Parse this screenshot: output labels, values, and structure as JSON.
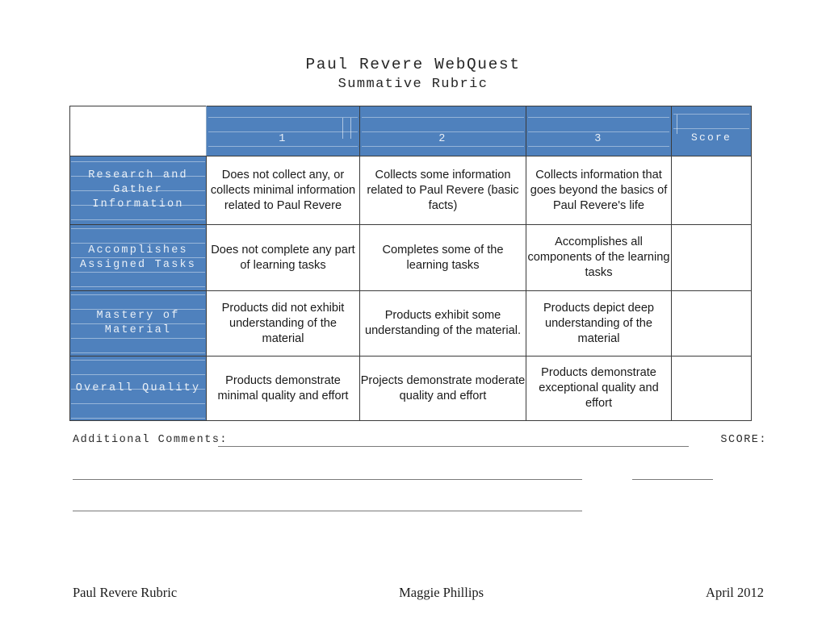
{
  "document": {
    "title": "Paul Revere WebQuest",
    "subtitle": "Summative Rubric"
  },
  "colors": {
    "header_blue": "#4F81BD",
    "header_text": "#EAF0F7",
    "body_text": "#1A1A1A",
    "border": "#3B3B3B",
    "rule_line": "#7A7A7A"
  },
  "rubric": {
    "columns": [
      "",
      "1",
      "2",
      "3",
      "Score"
    ],
    "rows": [
      {
        "criterion": "Research and Gather Information",
        "level1": "Does not collect any, or collects minimal information related to Paul Revere",
        "level2": "Collects some information related to Paul Revere (basic facts)",
        "level3": "Collects information that goes beyond the basics of Paul Revere's life",
        "score": ""
      },
      {
        "criterion": "Accomplishes Assigned Tasks",
        "level1": "Does not complete any part of learning tasks",
        "level2": "Completes some of the learning tasks",
        "level3": "Accomplishes all components of the learning tasks",
        "score": ""
      },
      {
        "criterion": "Mastery of Material",
        "level1": "Products did not exhibit understanding of the material",
        "level2": "Products exhibit some understanding of the material.",
        "level3": "Products depict deep understanding of the material",
        "score": ""
      },
      {
        "criterion": "Overall Quality",
        "level1": "Products demonstrate minimal quality and effort",
        "level2": "Projects demonstrate moderate quality and effort",
        "level3": "Products demonstrate exceptional quality and effort",
        "score": ""
      }
    ]
  },
  "comments": {
    "label": "Additional Comments:",
    "score_label": "SCORE:"
  },
  "footer": {
    "left": "Paul Revere Rubric",
    "center": "Maggie Phillips",
    "right": "April 2012"
  }
}
